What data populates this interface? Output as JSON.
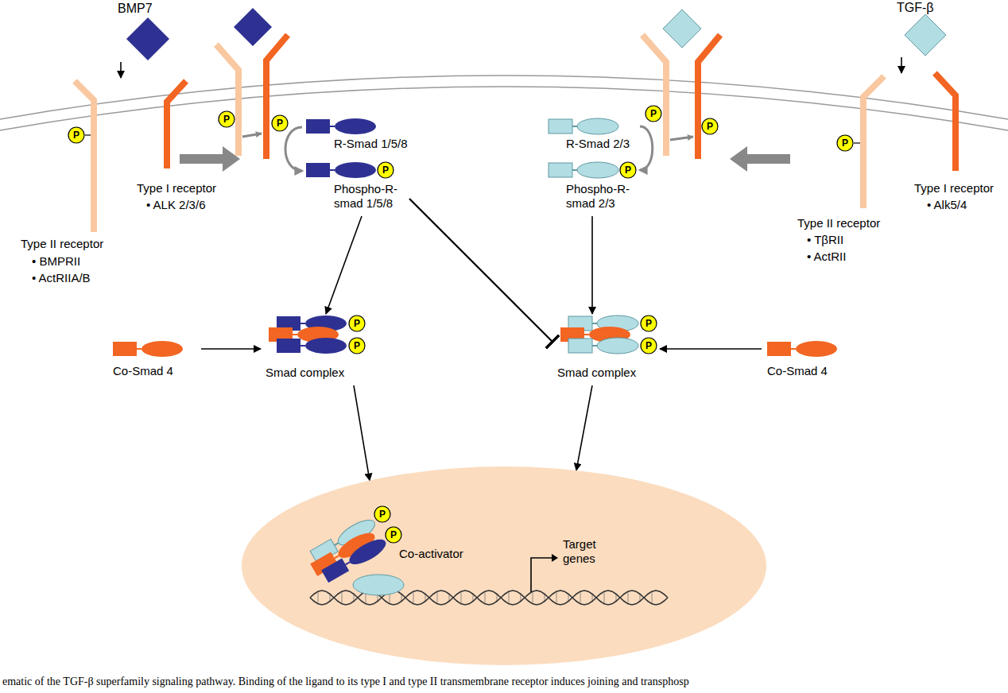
{
  "diagram": {
    "caption": "ematic of the TGF-β superfamily signaling pathway. Binding of the ligand to its type I and type II transmembrane receptor induces joining and transphosp",
    "nodes": [
      {
        "text": [
          "BMP7"
        ]
      },
      {
        "text": [
          "TGF-β"
        ]
      },
      {
        "text": [
          "P"
        ]
      },
      {
        "text": [
          "P"
        ]
      },
      {
        "text": [
          "P"
        ]
      },
      {
        "text": [
          "P"
        ]
      },
      {
        "text": [
          "Type II receptor",
          "• BMPRII",
          "• ActRIIA/B"
        ]
      },
      {
        "text": [
          "P"
        ],
        "in": 6
      },
      {
        "text": [
          "Type I receptor",
          "• ALK 2/3/6"
        ]
      },
      {
        "text": [
          "R-Smad 1/5/8"
        ]
      },
      {
        "text": [
          "Phospho-R- smad 1/5/8"
        ]
      },
      {
        "text": [
          "P"
        ],
        "in": 10
      },
      {
        "text": [
          "R-Smad 2/3"
        ]
      },
      {
        "text": [
          "Phospho-R- smad 2/3"
        ]
      },
      {
        "text": [
          "P"
        ],
        "in": 13
      },
      {
        "text": [
          "Type II receptor",
          "• TβRII",
          "• ActRII"
        ]
      },
      {
        "text": [
          "P"
        ],
        "in": 15
      },
      {
        "text": [
          "Type I receptor",
          "• Alk5/4"
        ]
      },
      {
        "text": [
          "Co-Smad 4"
        ]
      },
      {
        "text": [
          "Smad complex"
        ]
      },
      {
        "text": [
          "P"
        ],
        "in": 19
      },
      {
        "text": [
          "P"
        ],
        "in": 19
      },
      {
        "text": [
          "Smad complex"
        ]
      },
      {
        "text": [
          "P"
        ],
        "in": 22
      },
      {
        "text": [
          "P"
        ],
        "in": 22
      },
      {
        "text": [
          "Co-Smad 4"
        ]
      },
      {
        "text": [
          "Target genes"
        ]
      },
      {
        "text": [
          "Co-activator"
        ],
        "in": 26
      },
      {
        "text": [
          "P"
        ],
        "in": 26
      },
      {
        "text": [
          "P"
        ],
        "in": 26
      }
    ],
    "edges": [
      {
        "from": 0,
        "to": 6,
        "arrow": "to"
      },
      {
        "from": 1,
        "to": 15,
        "arrow": "to"
      },
      {
        "from": 9,
        "to": 10,
        "arrow": "to"
      },
      {
        "from": 12,
        "to": 13,
        "arrow": "to"
      },
      {
        "from": 10,
        "to": 19,
        "arrow": "to"
      },
      {
        "from": 18,
        "to": 19,
        "arrow": "to"
      },
      {
        "from": 10,
        "to": 22,
        "arrow": "to"
      },
      {
        "from": 13,
        "to": 22,
        "arrow": "to"
      },
      {
        "from": 25,
        "to": 22,
        "arrow": "to"
      },
      {
        "from": 19,
        "to": 26,
        "arrow": "to"
      },
      {
        "from": 22,
        "to": 26,
        "arrow": "to"
      }
    ]
  }
}
